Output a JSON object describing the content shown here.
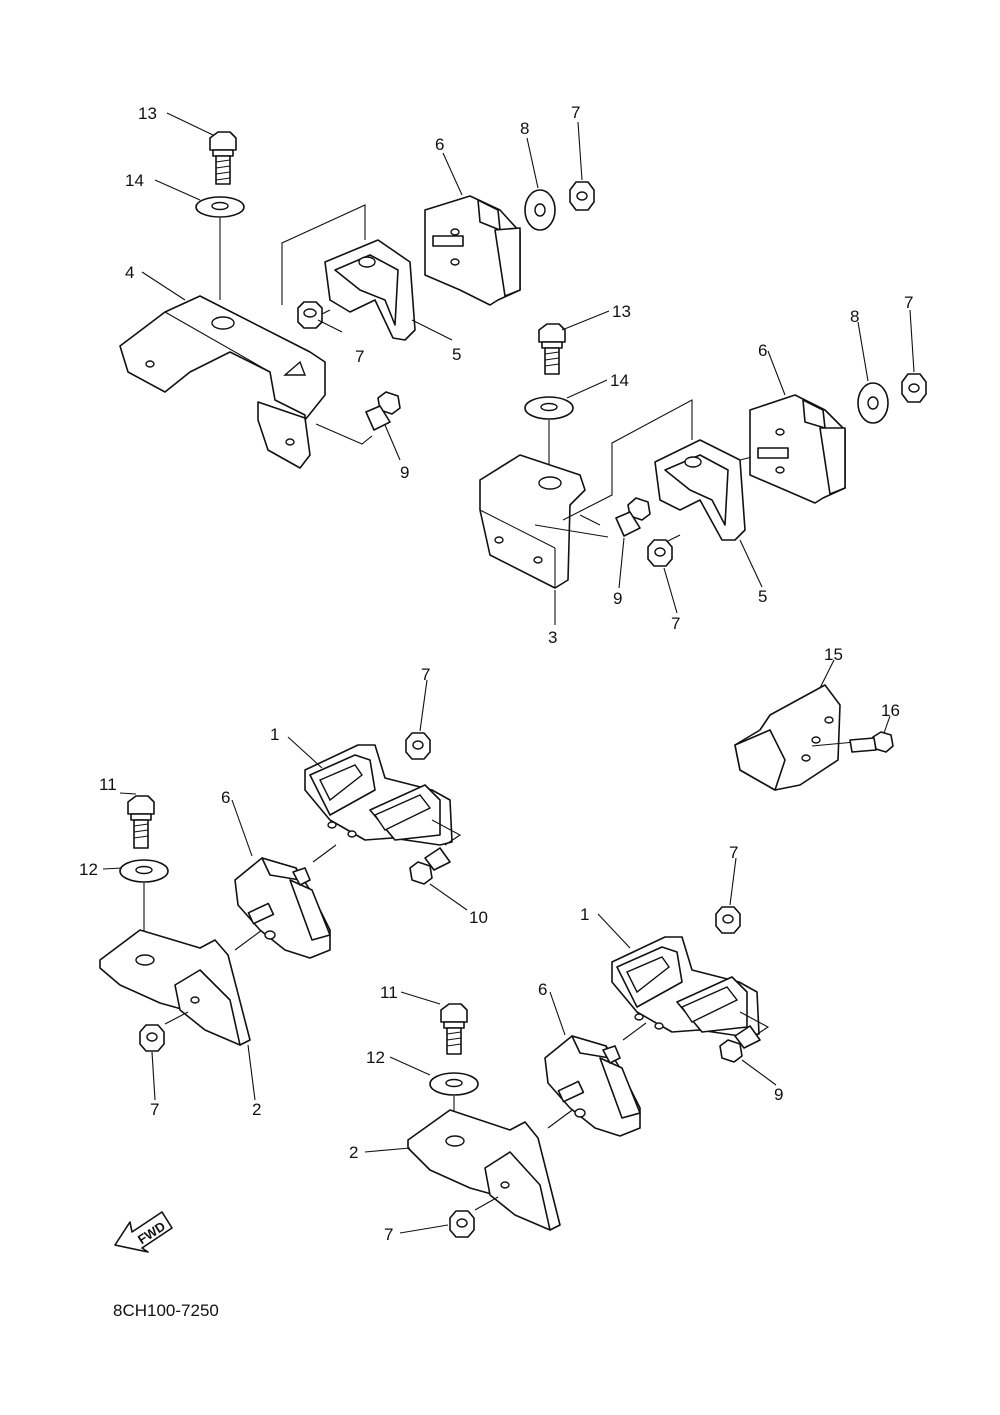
{
  "diagram_code": "8CH100-7250",
  "fwd_label": "FWD",
  "callouts": {
    "c13a": "13",
    "c14a": "14",
    "c4": "4",
    "c7a": "7",
    "c5a": "5",
    "c6a": "6",
    "c8a": "8",
    "c7b": "7",
    "c9a": "9",
    "c13b": "13",
    "c14b": "14",
    "c6b": "6",
    "c8b": "8",
    "c7c": "7",
    "c3": "3",
    "c9b": "9",
    "c7d": "7",
    "c5b": "5",
    "c15": "15",
    "c16": "16",
    "c1a": "1",
    "c7e": "7",
    "c6c": "6",
    "c11a": "11",
    "c12a": "12",
    "c10": "10",
    "c7f": "7",
    "c2a": "2",
    "c7g": "7",
    "c1b": "1",
    "c6d": "6",
    "c11b": "11",
    "c12b": "12",
    "c9c": "9",
    "c2b": "2",
    "c7h": "7"
  }
}
